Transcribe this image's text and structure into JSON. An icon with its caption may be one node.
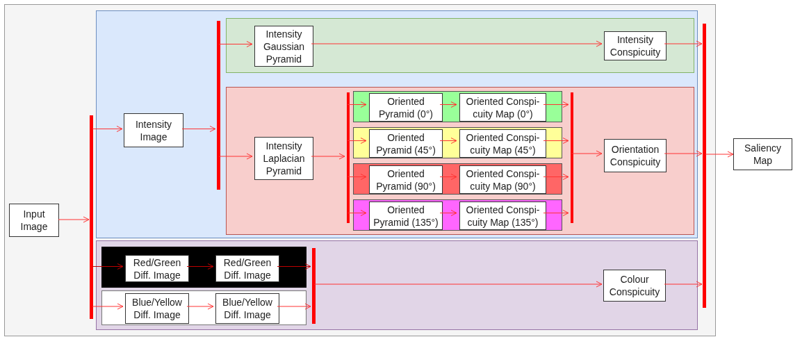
{
  "diagram": {
    "nodes": [
      {
        "text": [],
        "shape": "box"
      },
      {
        "text": [
          "Input Image"
        ],
        "in": 0
      },
      {
        "text": [],
        "shape": "bar",
        "in": 0
      },
      {
        "text": [],
        "shape": "box",
        "in": 0
      },
      {
        "text": [
          "Intensity Image"
        ],
        "in": 3
      },
      {
        "text": [],
        "shape": "bar",
        "in": 3
      },
      {
        "text": [],
        "shape": "box",
        "in": 3
      },
      {
        "text": [
          "Intensity Gaussian Pyramid"
        ],
        "in": 6
      },
      {
        "text": [
          "Intensity Conspicuity"
        ],
        "in": 6
      },
      {
        "text": [],
        "shape": "box",
        "in": 3
      },
      {
        "text": [
          "Intensity Laplacian Pyramid"
        ],
        "in": 9
      },
      {
        "text": [],
        "shape": "bar",
        "in": 9
      },
      {
        "text": [],
        "shape": "box",
        "in": 9
      },
      {
        "text": [
          "Oriented Pyramid (0°)"
        ],
        "in": 12
      },
      {
        "text": [
          "Oriented Conspi- cuity Map (0°)"
        ],
        "in": 12
      },
      {
        "text": [],
        "shape": "box",
        "in": 9
      },
      {
        "text": [
          "Oriented Pyramid (45°)"
        ],
        "in": 15
      },
      {
        "text": [
          "Oriented Conspi- cuity Map (45°)"
        ],
        "in": 15
      },
      {
        "text": [],
        "shape": "box",
        "in": 9
      },
      {
        "text": [
          "Oriented Pyramid (90°)"
        ],
        "in": 18
      },
      {
        "text": [
          "Oriented Conspi- cuity Map (90°)"
        ],
        "in": 18
      },
      {
        "text": [],
        "shape": "box",
        "in": 9
      },
      {
        "text": [
          "Oriented Pyramid (135°)"
        ],
        "in": 21
      },
      {
        "text": [
          "Oriented Conspi- cuity Map (135°)"
        ],
        "in": 21
      },
      {
        "text": [],
        "shape": "bar",
        "in": 9
      },
      {
        "text": [
          "Orientation Conspicuity"
        ],
        "in": 9
      },
      {
        "text": [],
        "shape": "box",
        "in": 0
      },
      {
        "text": [],
        "shape": "box",
        "in": 26
      },
      {
        "text": [
          "Red/Green Diff. Image"
        ],
        "in": 27
      },
      {
        "text": [
          "Red/Green Diff. Image"
        ],
        "in": 27
      },
      {
        "text": [],
        "shape": "box",
        "in": 26
      },
      {
        "text": [
          "Blue/Yellow Diff. Image"
        ],
        "in": 30
      },
      {
        "text": [
          "Blue/Yellow Diff. Image"
        ],
        "in": 30
      },
      {
        "text": [],
        "shape": "bar",
        "in": 26
      },
      {
        "text": [
          "Colour Conspicuity"
        ],
        "in": 26
      },
      {
        "text": [],
        "shape": "bar",
        "in": 0
      },
      {
        "text": [
          "Saliency Map"
        ]
      }
    ],
    "edges": [
      {
        "from": 1,
        "to": 2,
        "arrow": "to"
      },
      {
        "from": 2,
        "to": 4,
        "arrow": "to"
      },
      {
        "from": 4,
        "to": 5,
        "arrow": "to"
      },
      {
        "from": 5,
        "to": 7,
        "arrow": "to"
      },
      {
        "from": 7,
        "to": 8,
        "arrow": "to"
      },
      {
        "from": 8,
        "to": 35,
        "arrow": "to"
      },
      {
        "from": 5,
        "to": 10,
        "arrow": "to"
      },
      {
        "from": 10,
        "to": 11,
        "arrow": "to"
      },
      {
        "from": 11,
        "to": 13,
        "arrow": "to"
      },
      {
        "from": 13,
        "to": 14,
        "arrow": "to"
      },
      {
        "from": 14,
        "to": 24,
        "arrow": "to"
      },
      {
        "from": 11,
        "to": 16,
        "arrow": "to"
      },
      {
        "from": 16,
        "to": 17,
        "arrow": "to"
      },
      {
        "from": 17,
        "to": 24,
        "arrow": "to"
      },
      {
        "from": 11,
        "to": 19,
        "arrow": "to"
      },
      {
        "from": 19,
        "to": 20,
        "arrow": "to"
      },
      {
        "from": 20,
        "to": 24,
        "arrow": "to"
      },
      {
        "from": 11,
        "to": 22,
        "arrow": "to"
      },
      {
        "from": 22,
        "to": 23,
        "arrow": "to"
      },
      {
        "from": 23,
        "to": 24,
        "arrow": "to"
      },
      {
        "from": 24,
        "to": 25,
        "arrow": "to"
      },
      {
        "from": 25,
        "to": 35,
        "arrow": "to"
      },
      {
        "from": 2,
        "to": 28,
        "arrow": "to",
        "color": "#c00000"
      },
      {
        "from": 28,
        "to": 29,
        "arrow": "to",
        "color": "#c00000"
      },
      {
        "from": 29,
        "to": 33,
        "arrow": "to",
        "color": "#c00000"
      },
      {
        "from": 2,
        "to": 31,
        "arrow": "to"
      },
      {
        "from": 31,
        "to": 32,
        "arrow": "to"
      },
      {
        "from": 32,
        "to": 33,
        "arrow": "to"
      },
      {
        "from": 33,
        "to": 34,
        "arrow": "to"
      },
      {
        "from": 34,
        "to": 35,
        "arrow": "to"
      },
      {
        "from": 35,
        "to": 36,
        "arrow": "to"
      }
    ]
  }
}
